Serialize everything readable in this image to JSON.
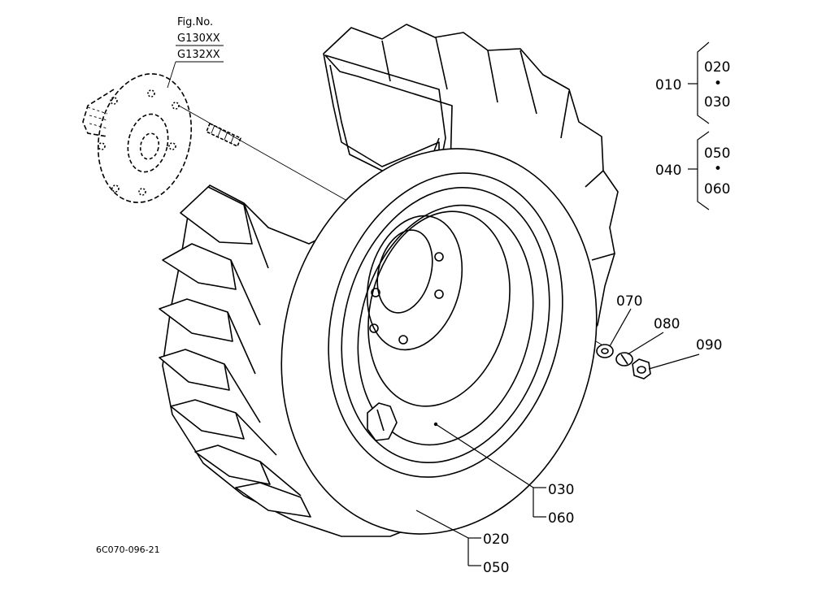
{
  "figure": {
    "label": "Fig.No.",
    "numbers": [
      "G130XX",
      "G132XX"
    ]
  },
  "drawing_code": "6C070-096-21",
  "groups": [
    {
      "parent": "010",
      "children": [
        "020",
        "030"
      ]
    },
    {
      "parent": "040",
      "children": [
        "050",
        "060"
      ]
    }
  ],
  "callouts": {
    "hardware": [
      "070",
      "080",
      "090"
    ],
    "rim": [
      "030",
      "060"
    ],
    "tire": [
      "020",
      "050"
    ]
  },
  "group_separator": "•"
}
